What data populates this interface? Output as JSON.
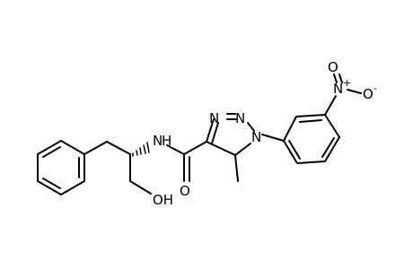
{
  "molecule": {
    "atoms": {
      "N_amide": "N",
      "H_amide": "H",
      "O_carbonyl": "O",
      "OH": "OH",
      "N_ring_1": "N",
      "N_ring_2": "N",
      "N_ring_3": "N",
      "N_nitro": "N",
      "O_nitro_top": "O",
      "O_nitro_right": "O"
    },
    "charges": {
      "nitro_N": "+",
      "nitro_O": "-"
    }
  }
}
